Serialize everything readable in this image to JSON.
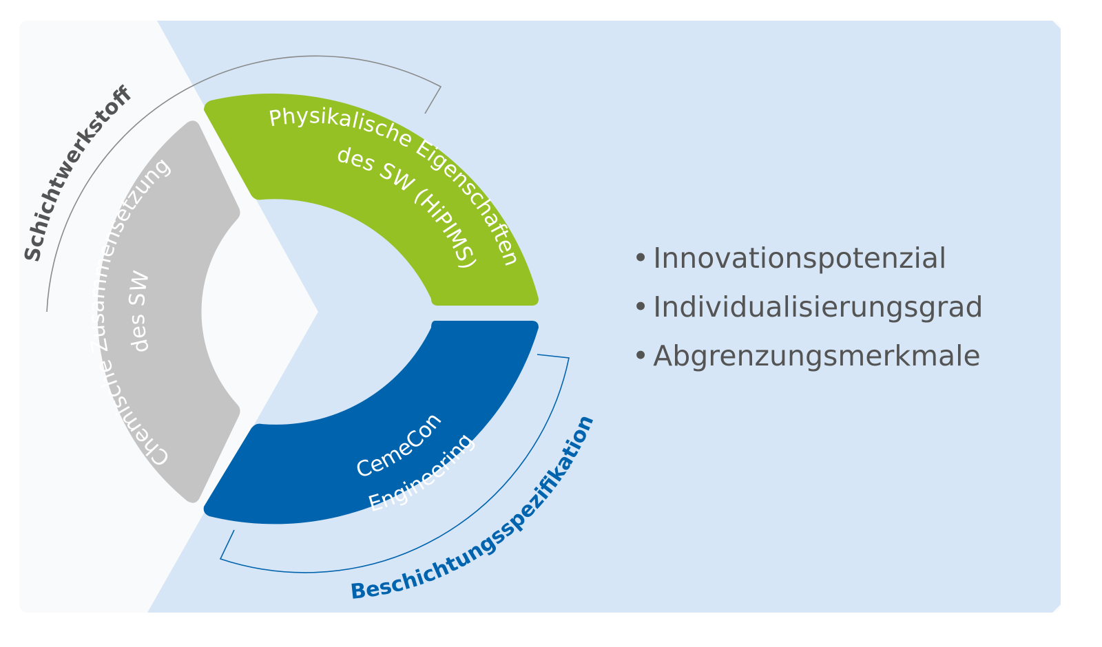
{
  "segments": {
    "green": {
      "lines": [
        "Physikalische Eigenschaften",
        "des SW (HiPIMS)"
      ],
      "fill": "#95c125",
      "text_color": "#ffffff"
    },
    "gray": {
      "lines": [
        "Chemische Zusammensetzung",
        "des SW"
      ],
      "fill": "#c4c4c4",
      "text_color": "#ffffff"
    },
    "blue": {
      "lines": [
        "CemeCon",
        "Engineering"
      ],
      "fill": "#0063ad",
      "text_color": "#ffffff"
    }
  },
  "brackets": {
    "top": {
      "label": "Schichtwerkstoff",
      "color": "#545454"
    },
    "bottom": {
      "label": "Beschichtungsspezifikation",
      "color": "#0063ad"
    }
  },
  "bullets": {
    "marker": "•",
    "items": [
      "Innovationspotenzial",
      "Individualisierungsgrad",
      "Abgrenzungsmerkmale"
    ],
    "color": "#545454"
  },
  "colors": {
    "panel": "#d6e6f6",
    "left_panel": "#f8fafc"
  }
}
